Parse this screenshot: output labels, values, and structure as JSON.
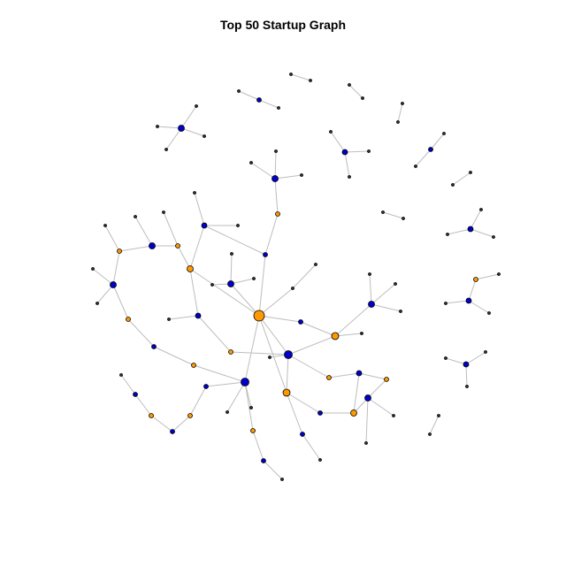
{
  "title": "Top 50 Startup Graph",
  "colors": {
    "background": "#ffffff",
    "edge": "#bdbdbd",
    "node_stroke": "#000000",
    "investor": "#0000cc",
    "startup": "#ff9900",
    "leaf": "#333333"
  },
  "graph": {
    "node_kinds": [
      "leaf",
      "investor",
      "startup"
    ],
    "edge_count": 70
  }
}
